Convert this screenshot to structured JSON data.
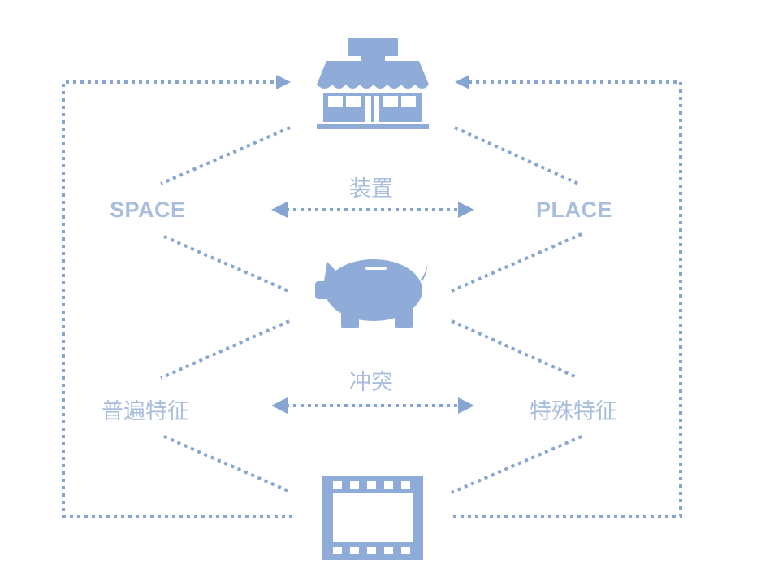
{
  "labels": {
    "space": "SPACE",
    "place": "PLACE",
    "device": "装置",
    "conflict": "冲突",
    "universal": "普遍特征",
    "particular": "特殊特征"
  },
  "icons": {
    "top": "store-icon",
    "middle": "piggy-bank-icon",
    "bottom": "film-strip-icon"
  },
  "colors": {
    "icon": "#8facd9",
    "line": "#86a5d0",
    "text": "#a8bedc"
  }
}
